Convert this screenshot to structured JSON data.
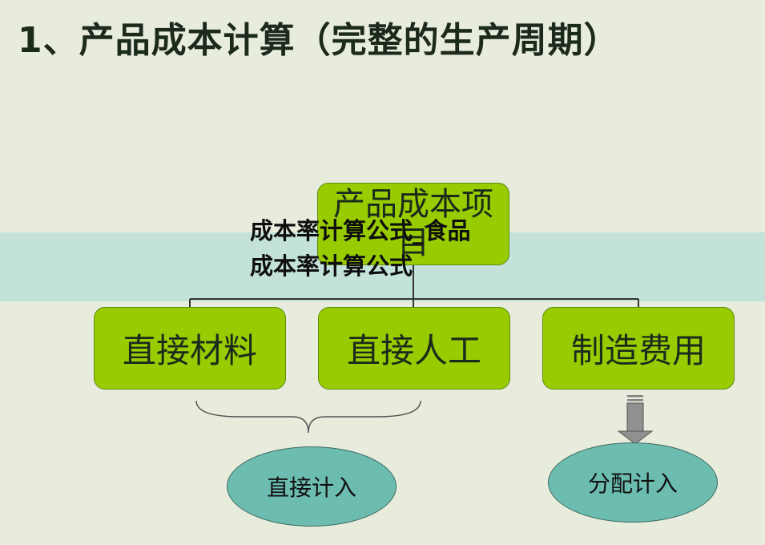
{
  "title": "1、产品成本计算（完整的生产周期）",
  "overlay": {
    "line1": "成本率计算公式_食品",
    "line2": "成本率计算公式"
  },
  "diagram": {
    "root": "产品成本项目",
    "children": [
      "直接材料",
      "直接人工",
      "制造费用"
    ],
    "outcomes": [
      "直接计入",
      "分配计入"
    ]
  },
  "colors": {
    "background": "#e8ecdd",
    "box_fill": "#99cc00",
    "band": "#c3e3da",
    "ellipse_fill": "#6cbcaf",
    "arrow": "#808080"
  }
}
